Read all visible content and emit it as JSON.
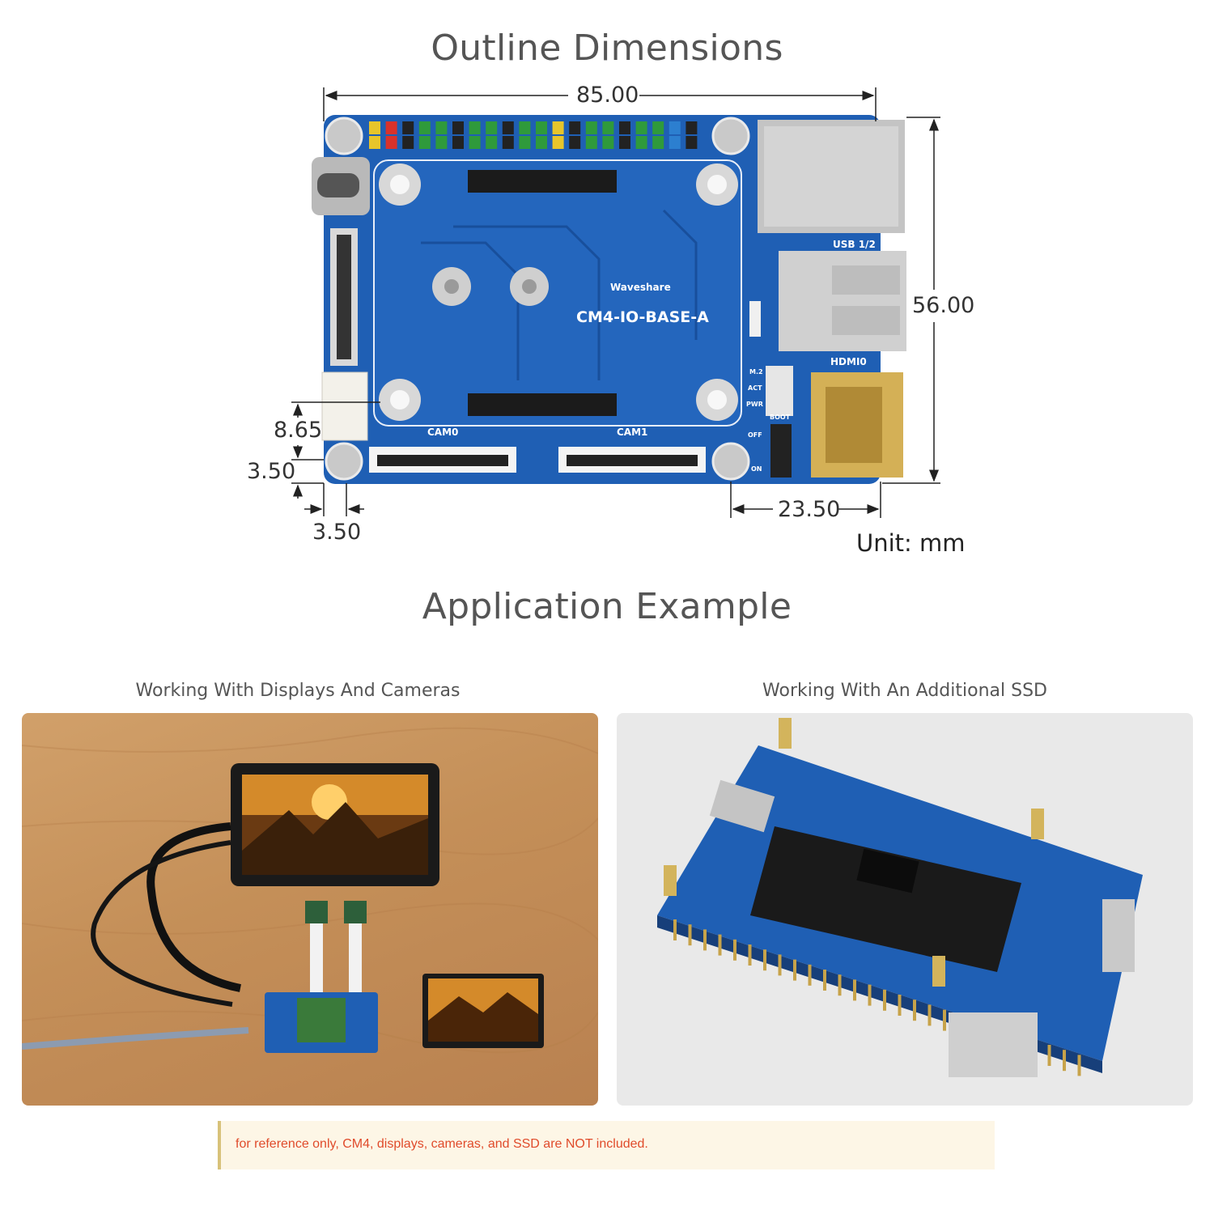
{
  "outline": {
    "title": "Outline Dimensions",
    "board_model": "CM4-IO-BASE-A",
    "brand": "Waveshare",
    "board_labels": {
      "usb": "USB 1/2",
      "hdmi": "HDMI0",
      "cam0": "CAM0",
      "cam1": "CAM1",
      "led_m2": "M.2",
      "led_act": "ACT",
      "led_pwr": "PWR",
      "boot": "BOOT",
      "off": "OFF",
      "on": "ON"
    },
    "dimensions": {
      "width": "85.00",
      "height": "56.00",
      "offset_right": "23.50",
      "vertical_small": "8.65",
      "vertical_edge": "3.50",
      "horizontal_edge": "3.50"
    },
    "unit": "Unit: mm",
    "colors": {
      "board": "#1f5fb4",
      "board_dark": "#184f9c",
      "text": "#555555"
    }
  },
  "application": {
    "title": "Application Example",
    "examples": [
      {
        "caption": "Working With Displays And Cameras"
      },
      {
        "caption": "Working With An Additional SSD"
      }
    ]
  },
  "notice": {
    "text": "for reference only, CM4, displays, cameras, and SSD are NOT included.",
    "color": "#e04b2b"
  }
}
